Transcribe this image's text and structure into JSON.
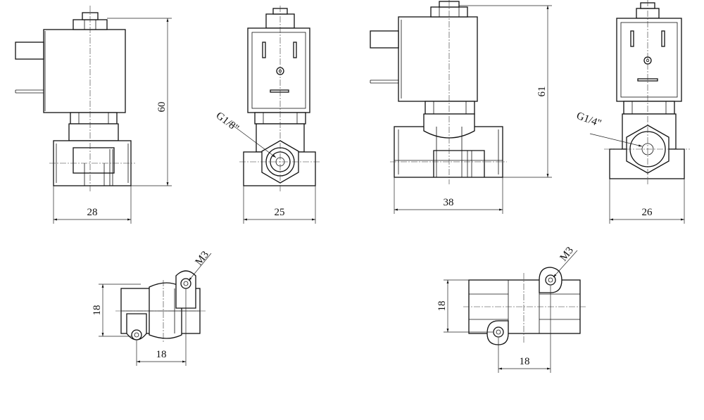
{
  "dimensions": {
    "width_28": "28",
    "height_60": "60",
    "width_25": "25",
    "port_g18": "G1/8\"",
    "width_38": "38",
    "height_61": "61",
    "width_26": "26",
    "port_g14": "G1/4\"",
    "bottom_left_height": "18",
    "bottom_left_width": "18",
    "bottom_left_thread": "M3",
    "bottom_right_height": "18",
    "bottom_right_width": "18",
    "bottom_right_thread": "M3"
  }
}
